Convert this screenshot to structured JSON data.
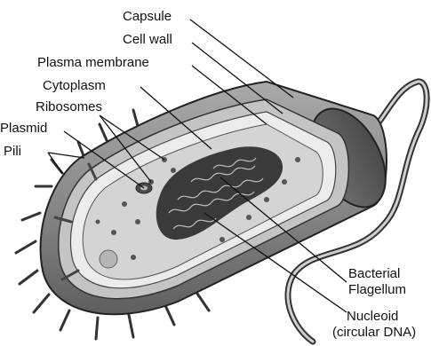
{
  "labels": {
    "capsule": "Capsule",
    "cell_wall": "Cell wall",
    "plasma_membrane": "Plasma membrane",
    "cytoplasm": "Cytoplasm",
    "ribosomes": "Ribosomes",
    "plasmid": "Plasmid",
    "pili": "Pili",
    "flagellum_line1": "Bacterial",
    "flagellum_line2": "Flagellum",
    "nucleoid_line1": "Nucleoid",
    "nucleoid_line2": "(circular DNA)"
  },
  "colors": {
    "capsule": "#8f8f8f",
    "cell_wall": "#c4c4c4",
    "membrane": "#e9e9e9",
    "cytoplasm": "#d2d2d2",
    "nucleoid": "#3a3a3a",
    "outline": "#222222",
    "leader": "#111111"
  }
}
